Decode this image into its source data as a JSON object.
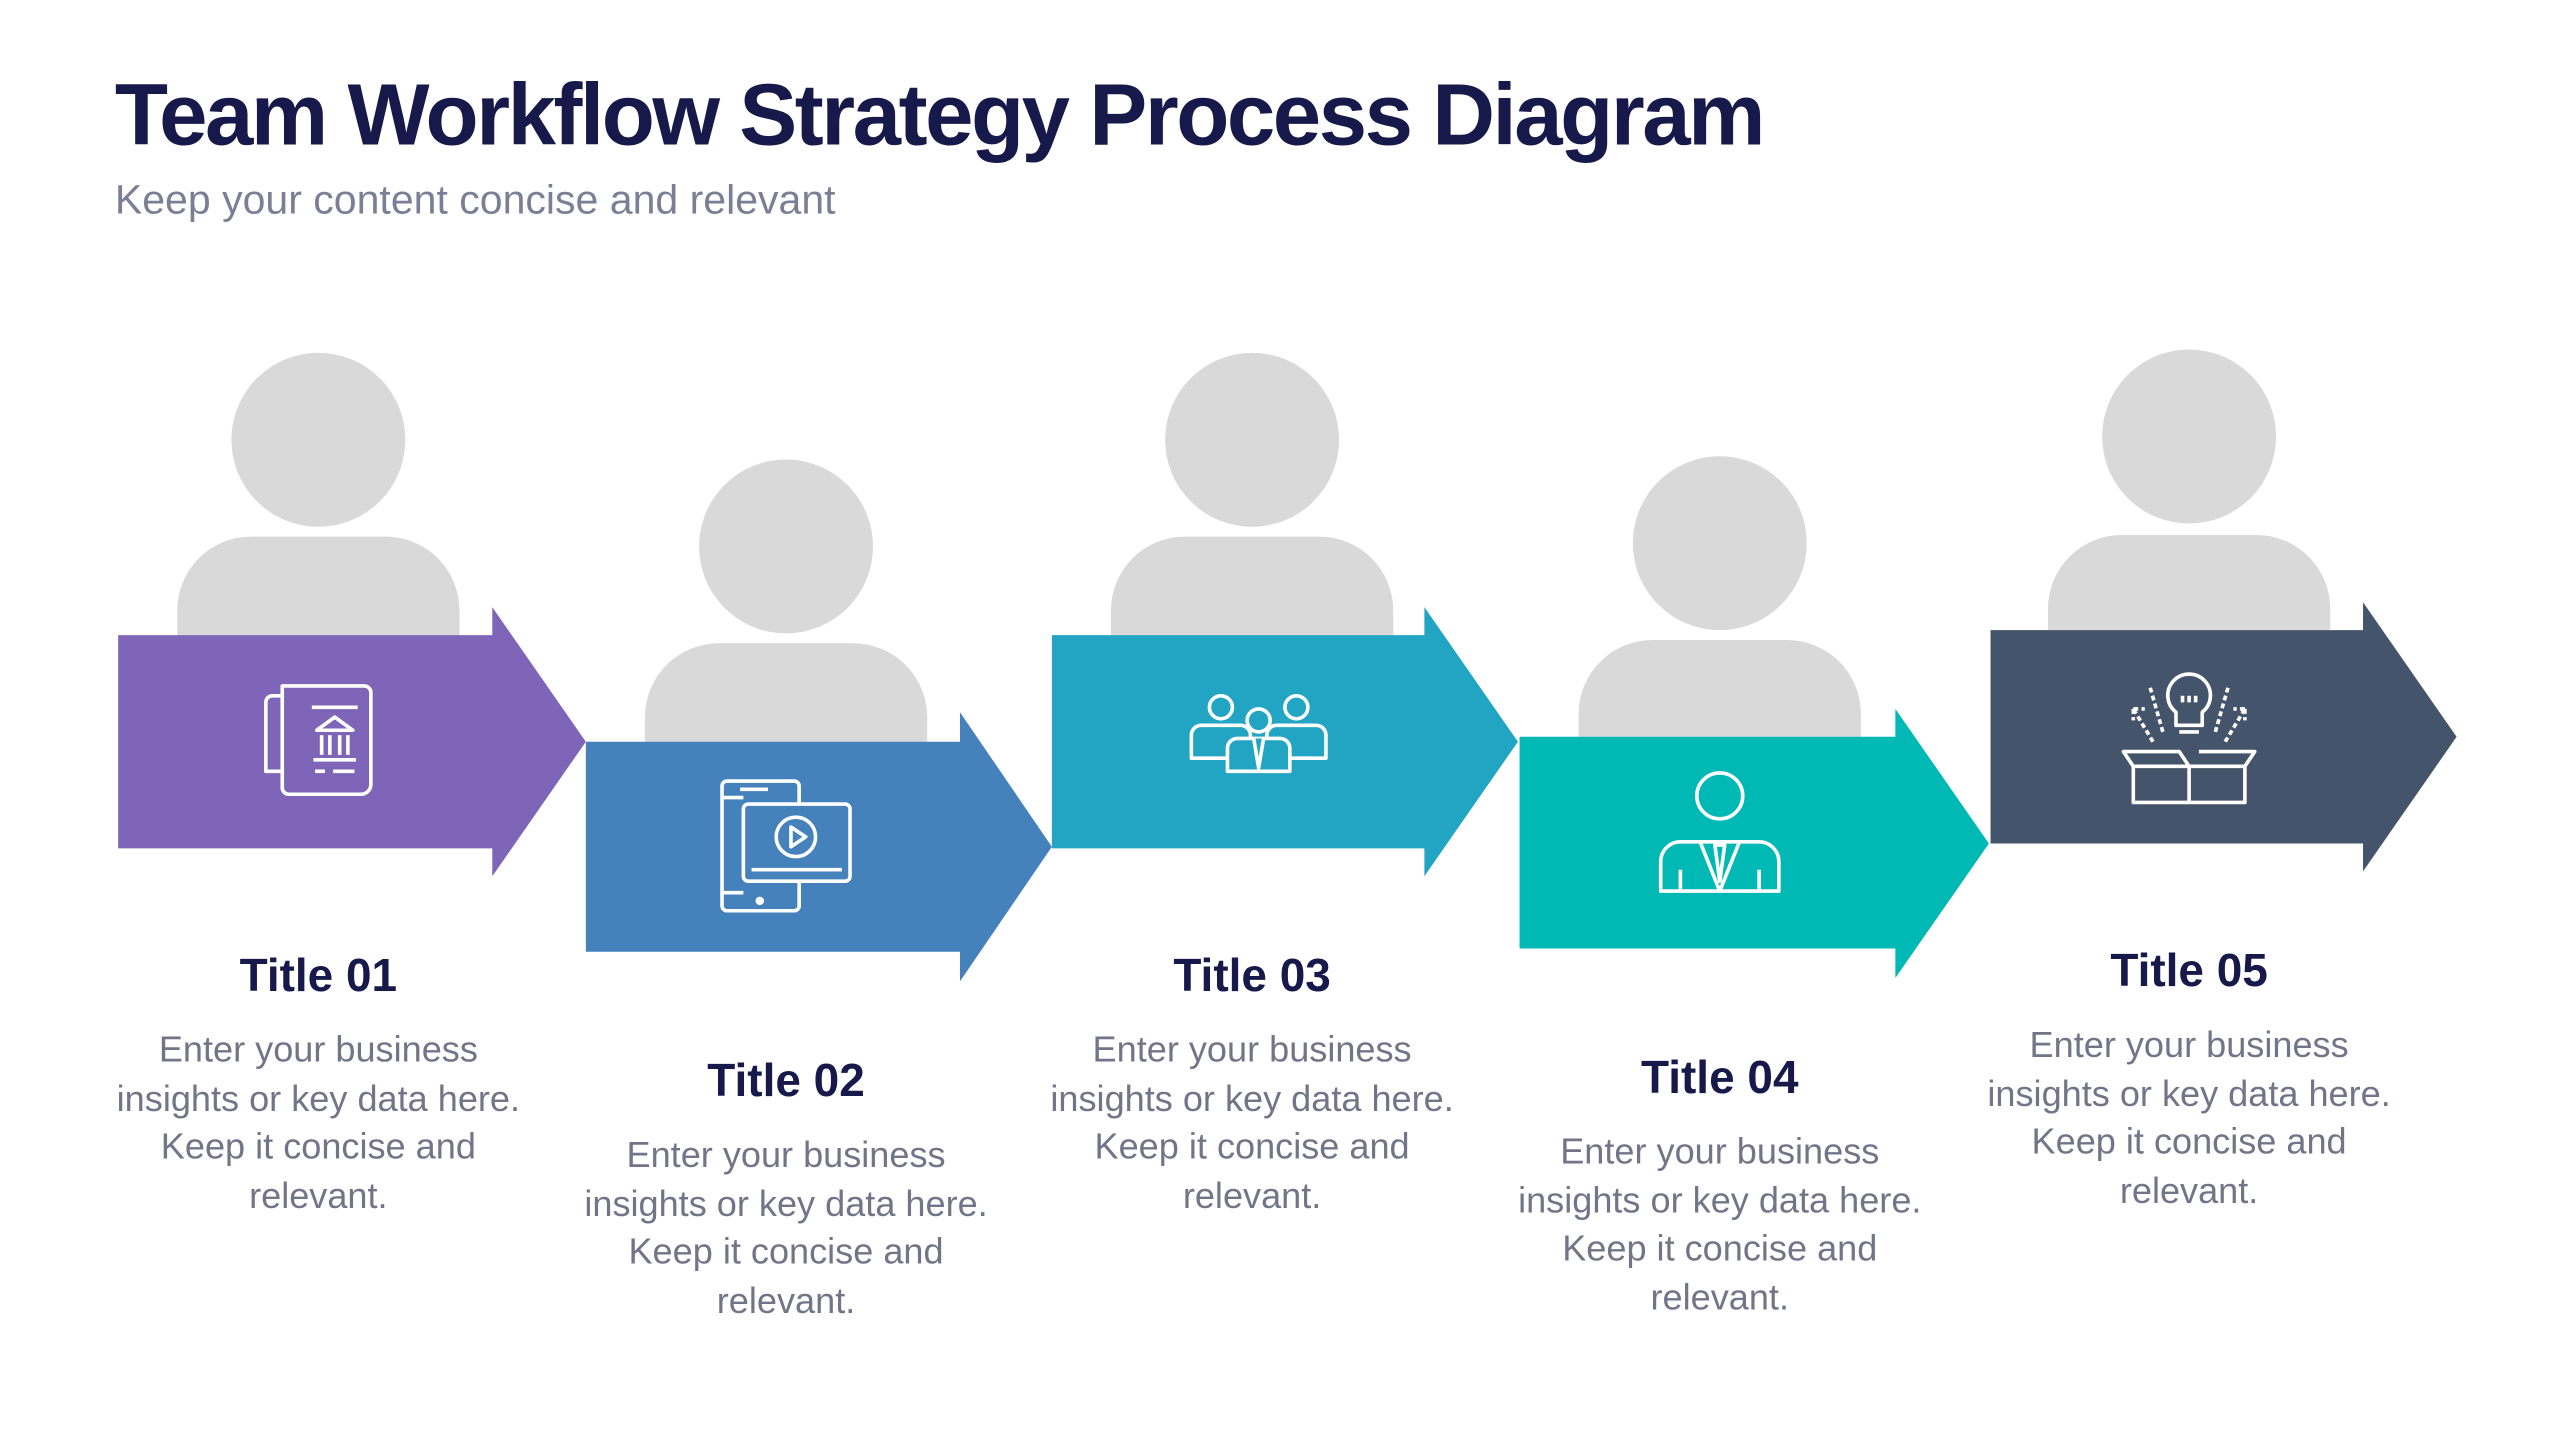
{
  "header": {
    "title": "Team Workflow Strategy Process Diagram",
    "subtitle": "Keep your content concise and relevant"
  },
  "steps": [
    {
      "title": "Title 01",
      "description": "Enter your business insights or key data here. Keep it concise and relevant.",
      "color": "#7E65B8",
      "icon": "bank-document-icon"
    },
    {
      "title": "Title 02",
      "description": "Enter your business insights or key data here. Keep it concise and relevant.",
      "color": "#4581BB",
      "icon": "mobile-video-icon"
    },
    {
      "title": "Title 03",
      "description": "Enter your business insights or key data here. Keep it concise and relevant.",
      "color": "#22A5C2",
      "icon": "team-group-icon"
    },
    {
      "title": "Title 04",
      "description": "Enter your business insights or key data here. Keep it concise and relevant.",
      "color": "#00B9B5",
      "icon": "businessman-icon"
    },
    {
      "title": "Title 05",
      "description": "Enter your business insights or key data here. Keep it concise and relevant.",
      "color": "#44546A",
      "icon": "idea-box-icon"
    }
  ]
}
